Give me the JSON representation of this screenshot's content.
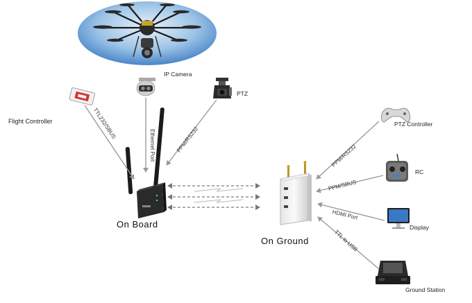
{
  "devices": {
    "drone": {
      "icon": "drone-icon"
    },
    "ip_camera": {
      "label": "IP Camera",
      "icon": "ip-camera-icon"
    },
    "ptz": {
      "label": "PTZ",
      "icon": "ptz-gimbal-icon"
    },
    "flight_controller": {
      "label": "Flight Controller",
      "icon": "flight-controller-icon"
    },
    "ptz_controller": {
      "label": "PTZ Controller",
      "icon": "gamepad-icon"
    },
    "rc": {
      "label": "RC",
      "icon": "remote-controller-icon"
    },
    "display": {
      "label": "Display",
      "icon": "monitor-icon"
    },
    "ground_station": {
      "label": "Ground Station",
      "icon": "ground-station-case-icon"
    }
  },
  "units": {
    "on_board": {
      "label": "On Board",
      "icon": "airborne-radio-icon"
    },
    "on_ground": {
      "label": "On Ground",
      "icon": "ground-radio-icon"
    }
  },
  "links": {
    "fc_to_board": "TTL232/SBUS",
    "cam_to_board": "Ethernet Port",
    "ptz_to_board": "PPM/RS232",
    "ptzc_to_ground": "PPM/RS232",
    "rc_to_ground": "PPM/SBUS",
    "display_to_ground": "HDMI Port",
    "gs_to_ground": "TTL to USB"
  },
  "colors": {
    "connector_line": "#9a9a9a",
    "radio_link": "#7a7a7a",
    "sky_blue": "#4a86c8"
  }
}
